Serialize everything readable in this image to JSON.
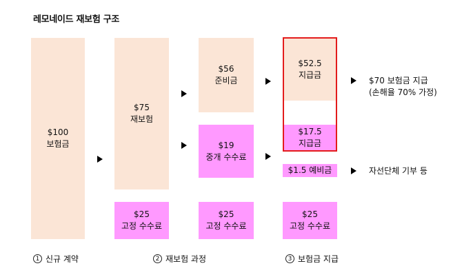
{
  "title": "레모네이드 재보험 구조",
  "premium_box": {
    "amount": "$100",
    "label": "보험금"
  },
  "fixed_fee_label": "고정 수수료",
  "reinsurance_box": {
    "amount": "$75",
    "label": "재보험"
  },
  "fixed_fee_col2": {
    "amount": "$25"
  },
  "reserve_box": {
    "amount": "$56",
    "label": "준비금"
  },
  "broker_fee_box": {
    "amount": "$19",
    "label": "중개 수수료"
  },
  "fixed_fee_col3": {
    "amount": "$25"
  },
  "payout_main_box": {
    "amount": "$52.5",
    "label": "지급금"
  },
  "payout_extra_box": {
    "amount": "$17.5",
    "label": "지급금"
  },
  "spare_box": {
    "text": "$1.5 예비금"
  },
  "fixed_fee_col4": {
    "amount": "$25"
  },
  "notes": {
    "payout_line1": "$70 보험금 지급",
    "payout_line2": "(손해율 70% 가정)",
    "charity": "자선단체 기부 등"
  },
  "steps": [
    {
      "num": "1",
      "label": "신규 계약"
    },
    {
      "num": "2",
      "label": "재보험 과정"
    },
    {
      "num": "3",
      "label": "보험금 지급"
    }
  ],
  "colors": {
    "peach": "#fbe5d6",
    "pink": "#ff99ff",
    "highlight_border": "#e31b1b"
  }
}
